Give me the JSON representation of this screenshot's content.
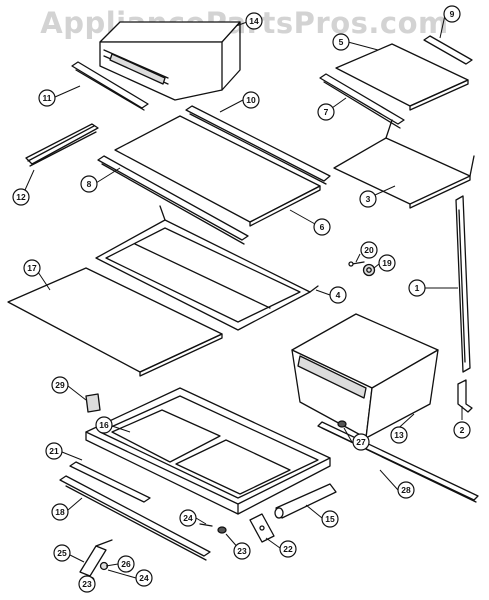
{
  "watermark": "AppliancePartsPros.com",
  "callouts": [
    {
      "id": "c1",
      "label": "1"
    },
    {
      "id": "c2",
      "label": "2"
    },
    {
      "id": "c3",
      "label": "3"
    },
    {
      "id": "c4",
      "label": "4"
    },
    {
      "id": "c5",
      "label": "5"
    },
    {
      "id": "c6",
      "label": "6"
    },
    {
      "id": "c7",
      "label": "7"
    },
    {
      "id": "c8",
      "label": "8"
    },
    {
      "id": "c9",
      "label": "9"
    },
    {
      "id": "c10",
      "label": "10"
    },
    {
      "id": "c11",
      "label": "11"
    },
    {
      "id": "c12",
      "label": "12"
    },
    {
      "id": "c13",
      "label": "13"
    },
    {
      "id": "c14",
      "label": "14"
    },
    {
      "id": "c15",
      "label": "15"
    },
    {
      "id": "c16",
      "label": "16"
    },
    {
      "id": "c17",
      "label": "17"
    },
    {
      "id": "c18",
      "label": "18"
    },
    {
      "id": "c19",
      "label": "19"
    },
    {
      "id": "c20",
      "label": "20"
    },
    {
      "id": "c21",
      "label": "21"
    },
    {
      "id": "c22",
      "label": "22"
    },
    {
      "id": "c23a",
      "label": "23"
    },
    {
      "id": "c23b",
      "label": "23"
    },
    {
      "id": "c24a",
      "label": "24"
    },
    {
      "id": "c24b",
      "label": "24"
    },
    {
      "id": "c25",
      "label": "25"
    },
    {
      "id": "c26",
      "label": "26"
    },
    {
      "id": "c27",
      "label": "27"
    },
    {
      "id": "c28",
      "label": "28"
    },
    {
      "id": "c29",
      "label": "29"
    }
  ]
}
